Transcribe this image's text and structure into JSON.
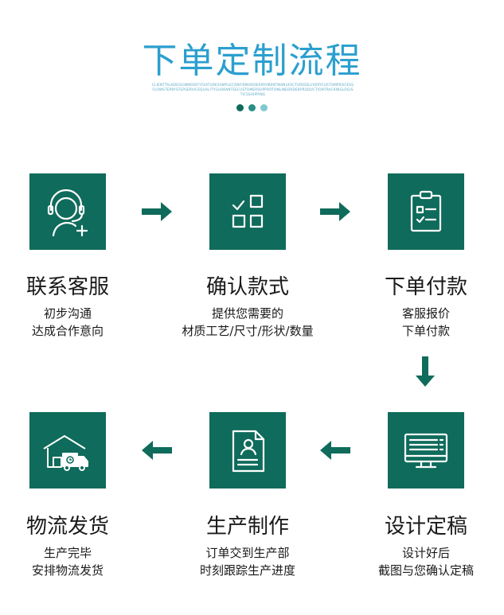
{
  "header": {
    "title": "下单定制流程",
    "fine_print": "CLIENTTALKDESIGNMODIFYFEATURESAMPLECONFIRMORDERPAYMENTMANUFACTUREDELIVERYCUSTOMPROCESSFLOWSTEPBYSTEPSERVICEQUALITYGUARANTEECUSTOMERSUPPORTONLINEORDERPRODUCTIONTRACKINGLOGISTICSSHIPPING",
    "dot_colors": [
      "#0f6b5b",
      "#2a8f86",
      "#7fcad0"
    ]
  },
  "theme": {
    "tile": "#0f6b5b",
    "accent": "#2b9fcf"
  },
  "steps": [
    {
      "title": "联系客服",
      "line1": "初步沟通",
      "line2": "达成合作意向",
      "icon": "headset-support-icon"
    },
    {
      "title": "确认款式",
      "line1": "提供您需要的",
      "line2": "材质工艺/尺寸/形状/数量",
      "icon": "checklist-grid-icon"
    },
    {
      "title": "下单付款",
      "line1": "客服报价",
      "line2": "下单付款",
      "icon": "clipboard-order-icon"
    },
    {
      "title": "设计定稿",
      "line1": "设计好后",
      "line2": "截图与您确认定稿",
      "icon": "monitor-design-icon"
    },
    {
      "title": "生产制作",
      "line1": "订单交到生产部",
      "line2": "时刻跟踪生产进度",
      "icon": "production-document-icon"
    },
    {
      "title": "物流发货",
      "line1": "生产完毕",
      "line2": "安排物流发货",
      "icon": "warehouse-truck-icon"
    }
  ]
}
